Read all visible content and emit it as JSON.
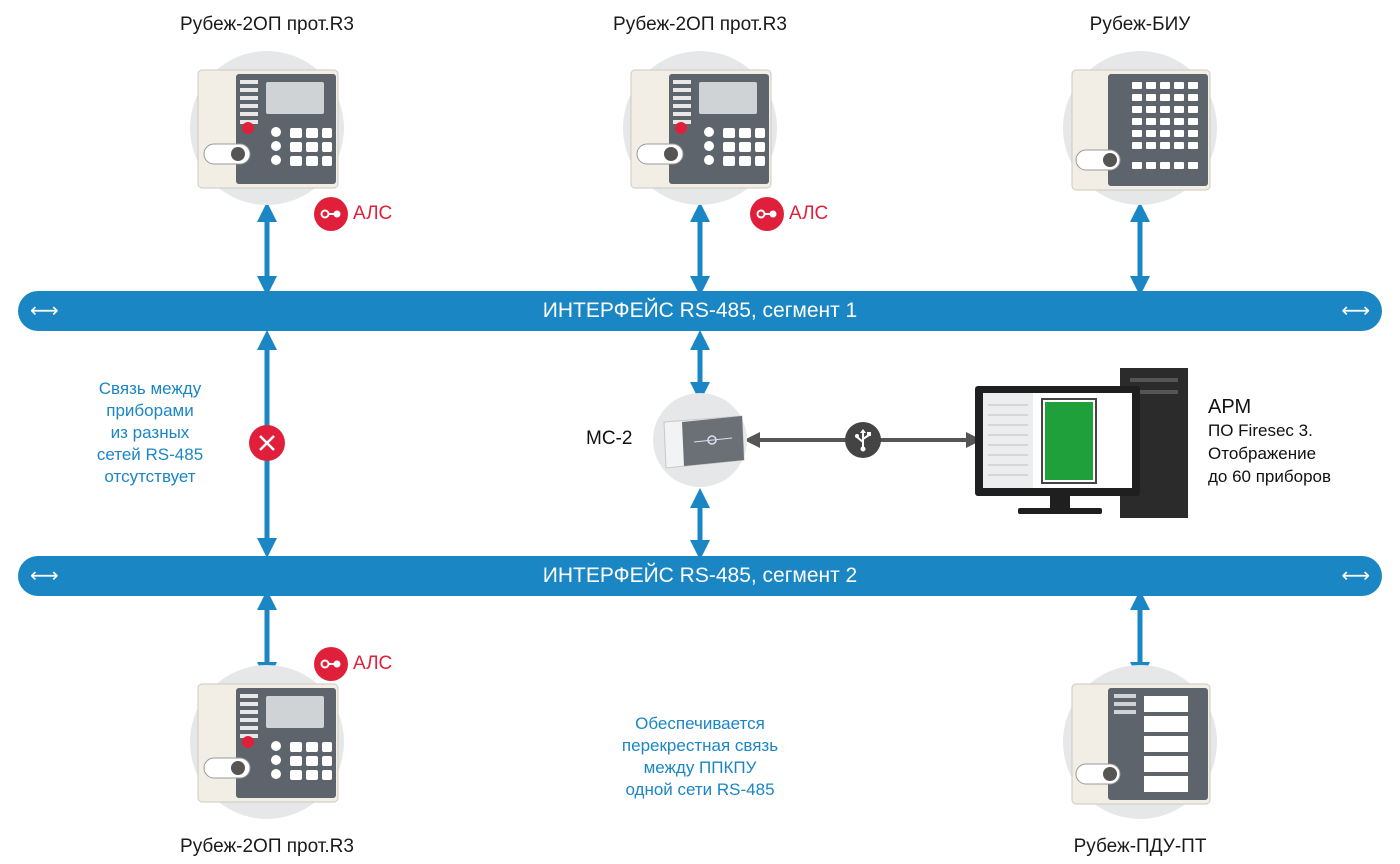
{
  "devices": {
    "top_left": "Рубеж-2ОП прот.R3",
    "top_mid": "Рубеж-2ОП прот.R3",
    "top_right": "Рубеж-БИУ",
    "bottom_left": "Рубеж-2ОП прот.R3",
    "bottom_right": "Рубеж-ПДУ-ПТ",
    "module": "МС-2"
  },
  "alc_label": "АЛС",
  "bus": {
    "segment1": "ИНТЕРФЕЙС RS-485, сегмент 1",
    "segment2": "ИНТЕРФЕЙС RS-485, сегмент 2",
    "end_symbol": "⟷"
  },
  "notes": {
    "no_link": [
      "Связь между",
      "приборами",
      "из разных",
      "сетей RS-485",
      "отсутствует"
    ],
    "cross_link": [
      "Обеспечивается",
      "перекрестная связь",
      "между ППКПУ",
      "одной сети RS-485"
    ]
  },
  "arm": {
    "title": "АРМ",
    "lines": [
      "ПО Firesec 3.",
      "Отображение",
      "до 60 приборов"
    ]
  },
  "colors": {
    "bus": "#1a86c4",
    "alert": "#e0203a",
    "link_arrow": "#555555"
  },
  "icons": {
    "alc": "loop-connector-icon",
    "no_link": "cross-circle-icon",
    "usb": "usb-icon"
  }
}
